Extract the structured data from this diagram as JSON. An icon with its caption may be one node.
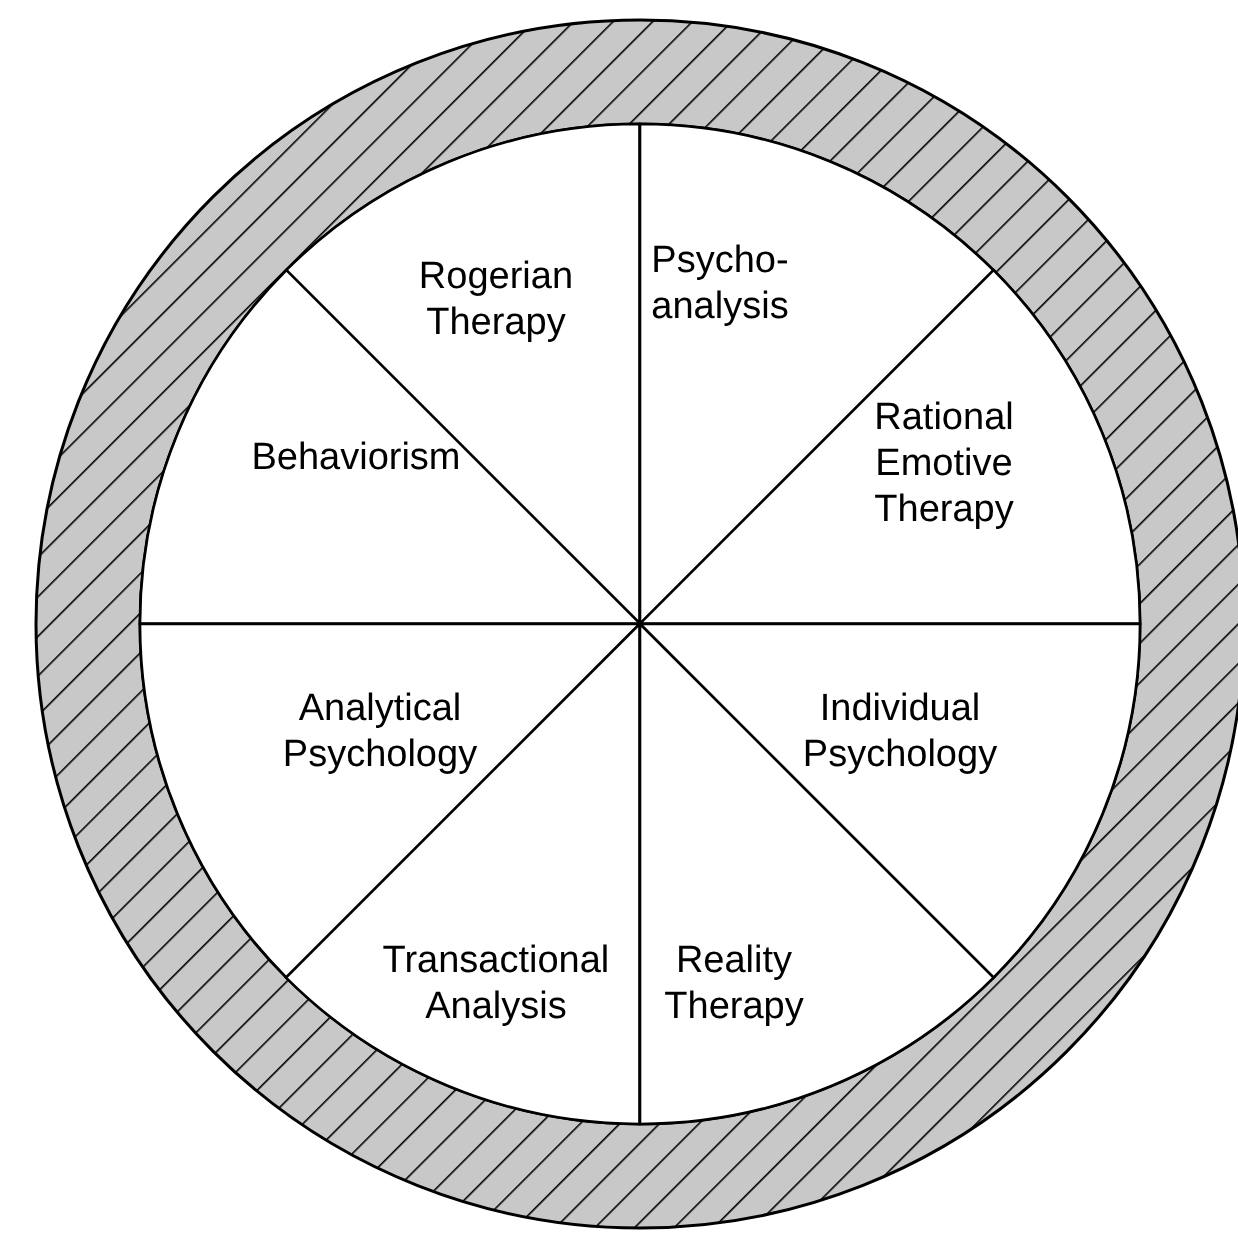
{
  "diagram": {
    "nodes": [
      {
        "text": [
          "Rogerian Therapy"
        ]
      },
      {
        "text": [
          "Psycho-analysis"
        ]
      },
      {
        "text": [
          "Behaviorism"
        ]
      },
      {
        "text": [
          "Rational Emotive Therapy"
        ]
      },
      {
        "text": [
          "Analytical Psychology"
        ]
      },
      {
        "text": [
          "Individual Psychology"
        ]
      },
      {
        "text": [
          "Transactional Analysis"
        ]
      },
      {
        "text": [
          "Reality Therapy"
        ]
      }
    ],
    "edges": []
  }
}
